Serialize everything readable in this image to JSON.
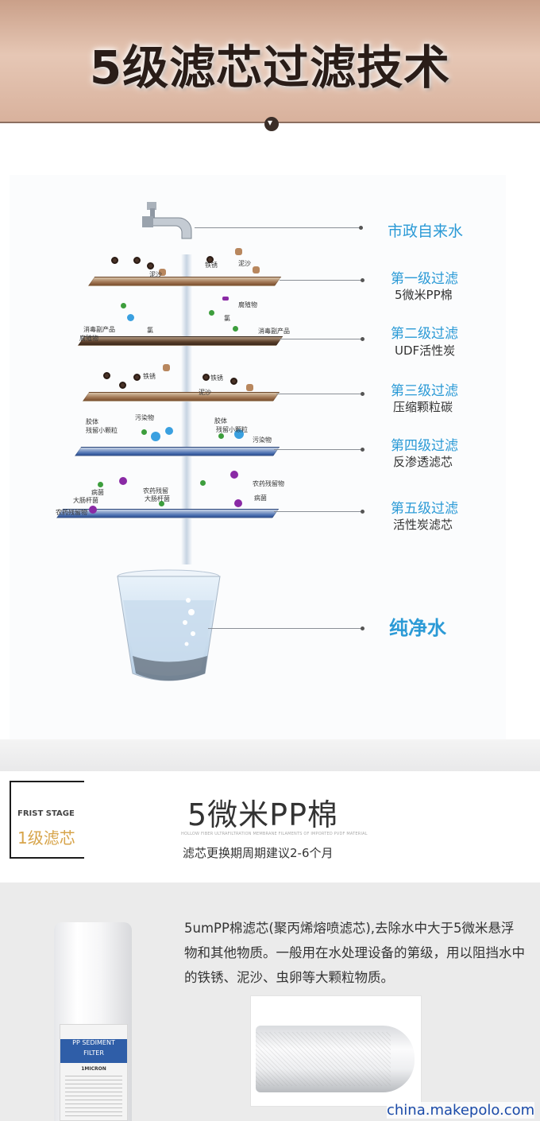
{
  "banner": {
    "title": "5级滤芯过滤技术"
  },
  "diagram": {
    "source": "市政自来水",
    "stages": [
      {
        "title": "第一级过滤",
        "sub": "5微米PP棉"
      },
      {
        "title": "第二级过滤",
        "sub": "UDF活性炭"
      },
      {
        "title": "第三级过滤",
        "sub": "压缩颗粒碳"
      },
      {
        "title": "第四级过滤",
        "sub": "反渗透滤芯"
      },
      {
        "title": "第五级过滤",
        "sub": "活性炭滤芯"
      }
    ],
    "output": "纯净水",
    "labels": {
      "tie_xiu": "铁锈",
      "ni_sha": "泥沙",
      "fu_zhi_wu": "腐殖物",
      "xiao_du": "消毒副产品",
      "lv": "氯",
      "jiao_ti": "胶体",
      "can_liu": "残留小颗粒",
      "wu_ran": "污染物",
      "nong_yao": "农药残留",
      "da_chang": "大肠杆菌",
      "bing_jun": "病菌",
      "nong_yao_wu": "农药残留物"
    }
  },
  "stage1": {
    "badge_en": "FRIST STAGE",
    "badge_cn": "1级滤芯",
    "title": "5微米PP棉",
    "english_line": "HOLLOW FIBER ULTRAFILTRATION MEMBRANE FILAMENTS OF IMPORTED PVDF MATERIAL",
    "replace": "滤芯更换期周期建议2-6个月",
    "description": "5umPP棉滤芯(聚丙烯熔喷滤芯),去除水中大于5微米悬浮物和其他物质。一般用在水处理设备的第级，用以阻挡水中的铁锈、泥沙、虫卵等大颗粒物质。",
    "cartridge": {
      "line1": "PP SEDIMENT",
      "line2": "FILTER",
      "line3": "1MICRON"
    }
  },
  "watermark": "china.makepolo.com"
}
